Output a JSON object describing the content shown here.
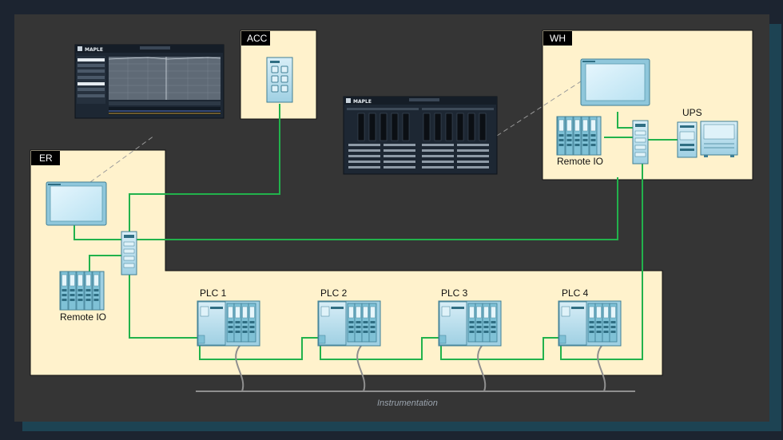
{
  "zones": {
    "acc": "ACC",
    "wh": "WH",
    "er": "ER"
  },
  "devices": {
    "ups": "UPS",
    "remote_io_wh": "Remote IO",
    "remote_io_er": "Remote IO",
    "plc1": "PLC 1",
    "plc2": "PLC 2",
    "plc3": "PLC 3",
    "plc4": "PLC 4"
  },
  "bus": {
    "instrumentation": "Instrumentation"
  },
  "screens": {
    "logo": "MAPLE"
  },
  "colors": {
    "background_frame": "#1c2430",
    "canvas": "#353535",
    "zone_fill": "#fff2cc",
    "network_line": "#22b24c",
    "device_teal": "#6fb3c9",
    "device_light": "#a9d9e8"
  }
}
